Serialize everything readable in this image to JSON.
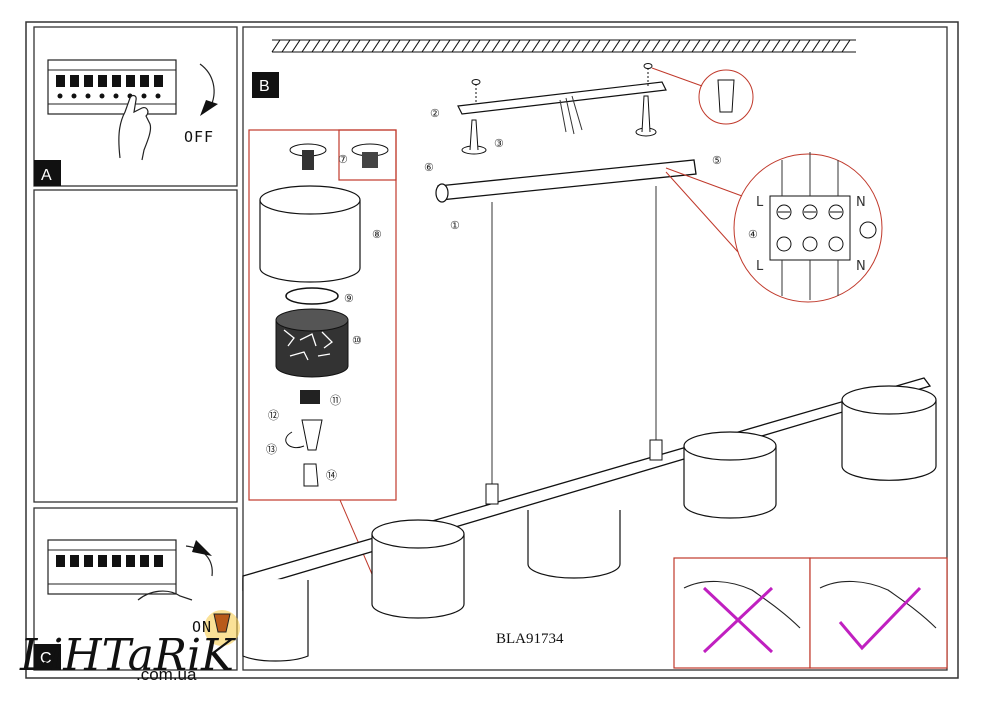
{
  "panels": {
    "a": {
      "label": "A",
      "switch_state": "OFF"
    },
    "b": {
      "label": "B"
    },
    "c": {
      "label": "C",
      "switch_state": "ON"
    }
  },
  "steps": [
    "①",
    "②",
    "③",
    "④",
    "⑤",
    "⑥",
    "⑦",
    "⑧",
    "⑨",
    "⑩",
    "⑪",
    "⑫",
    "⑬",
    "⑭"
  ],
  "wiring": {
    "terminals": [
      "L",
      "N"
    ]
  },
  "model_number": "BLA91734",
  "watermark": {
    "brand": "LiHTaRiK",
    "domain": ".com.ua"
  },
  "colors": {
    "frame": "#333333",
    "callout": "#c0392b",
    "wrong_mark": "#c020c0",
    "right_mark": "#c020c0",
    "lamp_glow": "#f5c842"
  }
}
